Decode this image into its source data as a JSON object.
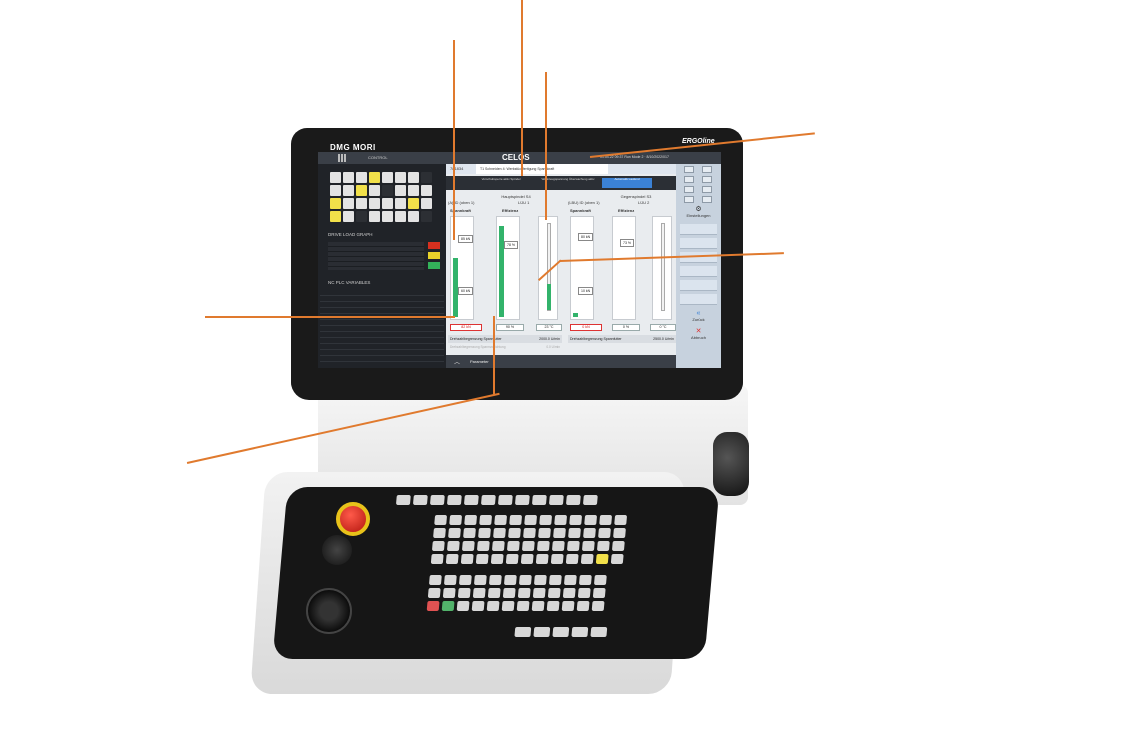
{
  "hardware": {
    "brand": "DMG MORI",
    "product": "ERGOline"
  },
  "titlebar": {
    "section": "CONTROL",
    "app_name": "CELOS",
    "info": "01.04.22  09:37  Run Mode 2  · 8/10/2022/017"
  },
  "side_panel": {
    "drive_load_title": "DRIVE LOAD GRAPH",
    "plc_title": "NC PLC VARIABLES",
    "legend_colors": [
      "#d6301f",
      "#e8d22a",
      "#33b25a"
    ]
  },
  "order": {
    "number": "781834",
    "title": "T1 Schneiden 4: Werkstückfertigung Spannkraft"
  },
  "status": {
    "left": "Vorschubsperre aktiv Spindel",
    "middle": "Werkzeugspannung Überwachung aktiv",
    "right": "Automatik Laufend"
  },
  "main_spindle": {
    "heading": "Hauptspindel S4",
    "sub_left": "(A) ID (oben 1)",
    "sub_right": "LÜU 1",
    "clamp_label": "Spannkraft",
    "eff_label": "Effizienz",
    "clamp_setpoint": "85 kN",
    "clamp_actual": "60 kN",
    "clamp_level": 0.6,
    "eff_value": "78 %",
    "eff_level": 0.93,
    "temp_level": 0.3,
    "readout_clamp": "82 kN",
    "readout_eff": "90 %",
    "readout_temp": "23 °C",
    "limit_label": "Drehzahlbegrenzung Spannfutter",
    "limit_value": "2000.0  U/min",
    "limit2_label": "Drehzahlbegrenzung Spannvorrichtung",
    "limit2_value": "0.0  U/min"
  },
  "counter_spindle": {
    "heading": "Gegenspindel S3",
    "sub_left": "(LBU) ID (oben 1)",
    "sub_right": "LÜU 2",
    "clamp_label": "Spannkraft",
    "eff_label": "Effizienz",
    "clamp_setpoint": "80 kN",
    "clamp_actual": "10 kN",
    "clamp_level": 0.04,
    "eff_value": "73 %",
    "eff_level": 0.0,
    "temp_level": 0.0,
    "readout_clamp": "0 kN",
    "readout_eff": "0 %",
    "readout_temp": "0 °C",
    "limit_label": "Drehzahlbegrenzung Spannfutter",
    "limit_value": "2500.0  U/min"
  },
  "right_bar": {
    "back_label": "Zurück",
    "abort_label": "Abbruch",
    "settings_label": "Einstellungen"
  },
  "bottom": {
    "tab_label": "Parameter"
  },
  "colors": {
    "accent": "#3b82d6",
    "ok_green": "#32b36b",
    "callout": "#e07a2e"
  }
}
